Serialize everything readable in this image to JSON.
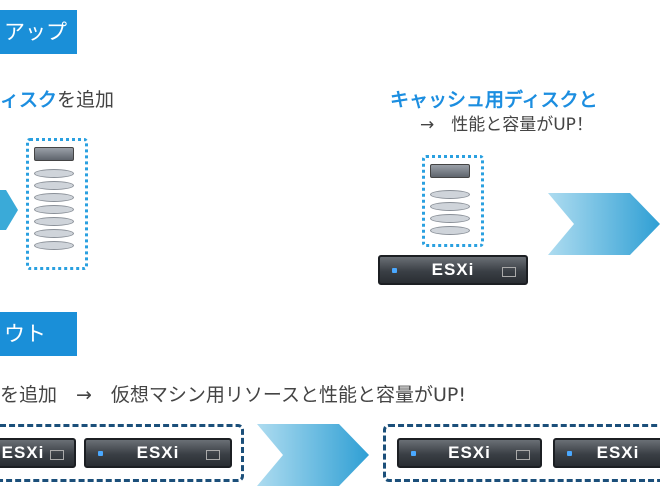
{
  "scale_up": {
    "header": "アップ",
    "left_caption_highlight": "ィスク",
    "left_caption_rest": "を追加",
    "right_caption_highlight": "キャッシュ用ディスク",
    "right_caption_rest": "と",
    "right_caption_line2": "→　性能と容量がUP！",
    "esxi_label": "ESXi"
  },
  "scale_out": {
    "header": "ウト",
    "caption": "を追加　→　仮想マシン用リソースと性能と容量がUP!",
    "esxi_label": "ESXi"
  },
  "colors": {
    "accent": "#1a8fd8",
    "highlight": "#1c8ee0",
    "arrow": "#3aaad8"
  }
}
